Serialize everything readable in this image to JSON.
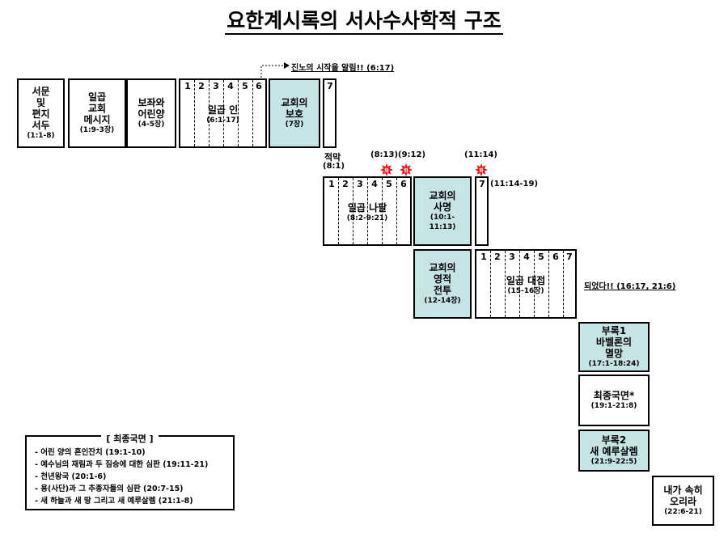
{
  "title": "요한계시록의 서사수사학적 구조",
  "boxes": {
    "prologue": {
      "label": "서문\n및\n편지\n서두",
      "ref": "(1:1-8)"
    },
    "letters": {
      "label": "일곱\n교회\n메시지",
      "ref": "(1:9-3장)"
    },
    "throne": {
      "label": "보좌와\n어린양",
      "ref": "(4-5장)"
    },
    "protection": {
      "label": "교회의\n보호",
      "ref": "(7장)"
    },
    "mission": {
      "label": "교회의\n사명",
      "ref": "(10:1-\n11:13)"
    },
    "warfare": {
      "label": "교회의\n영적\n전투",
      "ref": "(12-14장)"
    },
    "appendix1": {
      "label": "부록1\n바벨론의\n멸망",
      "ref": "(17:1-18:24)"
    },
    "final": {
      "label": "최종국면*",
      "ref": "(19:1-21:8)"
    },
    "appendix2": {
      "label": "부록2\n새 예루살렘",
      "ref": "(21:9-22:5)"
    },
    "epilogue": {
      "label": "내가 속히\n오리라",
      "ref": "(22:6-21)"
    }
  },
  "sequences": {
    "seals": {
      "numbers": [
        "1",
        "2",
        "3",
        "4",
        "5",
        "6"
      ],
      "label": "일곱 인",
      "ref": "(6:1-17)",
      "seventh": "7"
    },
    "trumpets": {
      "numbers": [
        "1",
        "2",
        "3",
        "4",
        "5",
        "6"
      ],
      "label": "일곱 나팔",
      "ref": "(8:2-9:21)",
      "seventh": "7"
    },
    "bowls": {
      "numbers": [
        "1",
        "2",
        "3",
        "4",
        "5",
        "6",
        "7"
      ],
      "label": "일곱 대접",
      "ref": "(15-16장)"
    }
  },
  "notes": {
    "start_signal": "진노의 시작을 알림!! (6:17)",
    "silence": "적막",
    "silence_ref": "(8:1)",
    "woe1_ref": "(8:13)",
    "woe2_ref": "(9:12)",
    "woe3_ref": "(11:14)",
    "seventh_trumpet_ref": "(11:14-19)",
    "done": "되었다!! (16:17, 21:6)",
    "woe_glyph": "화"
  },
  "legend": {
    "title": "[ 최종국면 ]",
    "items": [
      "- 어린 양의 혼인잔치 (19:1-10)",
      "- 예수님의 재림과 두 짐승에 대한 심판 (19:11-21)",
      "- 천년왕국 (20:1-6)",
      "- 용(사단)과 그 추종자들의 심판 (20:7-15)",
      "- 새 하늘과 새 땅 그리고 새 예루살렘 (21:1-8)"
    ]
  },
  "colors": {
    "teal": "#c6e4e4",
    "burst": "#e8151b",
    "line": "#000000"
  }
}
